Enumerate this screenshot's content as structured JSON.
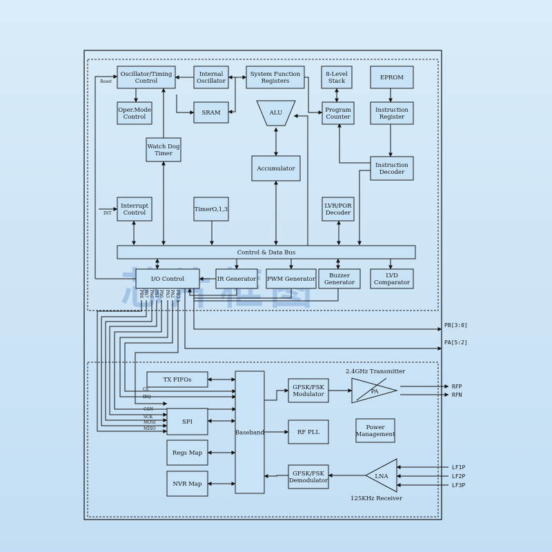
{
  "watermark": "芯片框图",
  "blocks": {
    "osc": [
      "Oscillator/Timing",
      "Control"
    ],
    "intosc": [
      "Internal",
      "Oscillator"
    ],
    "sfr": [
      "System Function",
      "Registers"
    ],
    "stack": [
      "8-Level",
      "Stack"
    ],
    "eprom": [
      "EPROM"
    ],
    "opmode": [
      "Oper.Mode",
      "Control"
    ],
    "sram": [
      "SRAM"
    ],
    "alu": [
      "ALU"
    ],
    "pc": [
      "Program",
      "Counter"
    ],
    "ir": [
      "Instruction",
      "Register"
    ],
    "wdt": [
      "Watch Dog",
      "Timer"
    ],
    "acc": [
      "Accumulator"
    ],
    "idec": [
      "Instruction",
      "Decoder"
    ],
    "intctl": [
      "Interrupt",
      "Control"
    ],
    "timer": [
      "TimerO,1,3"
    ],
    "lvr": [
      "LVR/POR",
      "Decoder"
    ],
    "bus": [
      "Control & Data Bus"
    ],
    "io": [
      "I/O Control"
    ],
    "irgen": [
      "IR Generator"
    ],
    "pwm": [
      "PWM Generator"
    ],
    "buzz": [
      "Buzzer",
      "Generator"
    ],
    "lvd": [
      "LVD",
      "Comparator"
    ],
    "txfifo": [
      "TX FIFOs"
    ],
    "spi": [
      "SPI"
    ],
    "regs": [
      "Regs Map"
    ],
    "nvr": [
      "NVR Map"
    ],
    "baseband": [
      "Baseband"
    ],
    "mod": [
      "GFSK/FSK",
      "Modulator"
    ],
    "pll": [
      "RF PLL"
    ],
    "demod": [
      "GFSK/FSK",
      "Demodulator"
    ],
    "power": [
      "Power",
      "Management"
    ],
    "pa": [
      "PA"
    ],
    "lna": [
      "LNA"
    ]
  },
  "labels": {
    "reset": "Reset",
    "int": "INT",
    "pb": "PB[3:0]",
    "pa": "PA[5:2]",
    "tx": "2.4GHz Transmitter",
    "rx": "125KHz Receiver",
    "rfp": "RFP",
    "rfn": "RFN",
    "lf1p": "LF1P",
    "lf2p": "LF2P",
    "lf3p": "LF3P",
    "ce": "CE",
    "irq": "IRQ",
    "csn": "CSN",
    "sck": "SCK",
    "mosi": "MOSI",
    "miso": "MISO",
    "io_pins": [
      "PB0",
      "PA7",
      "PA6",
      "PA1",
      "PA0",
      "PA3",
      "PA2",
      "PB3-1"
    ]
  }
}
